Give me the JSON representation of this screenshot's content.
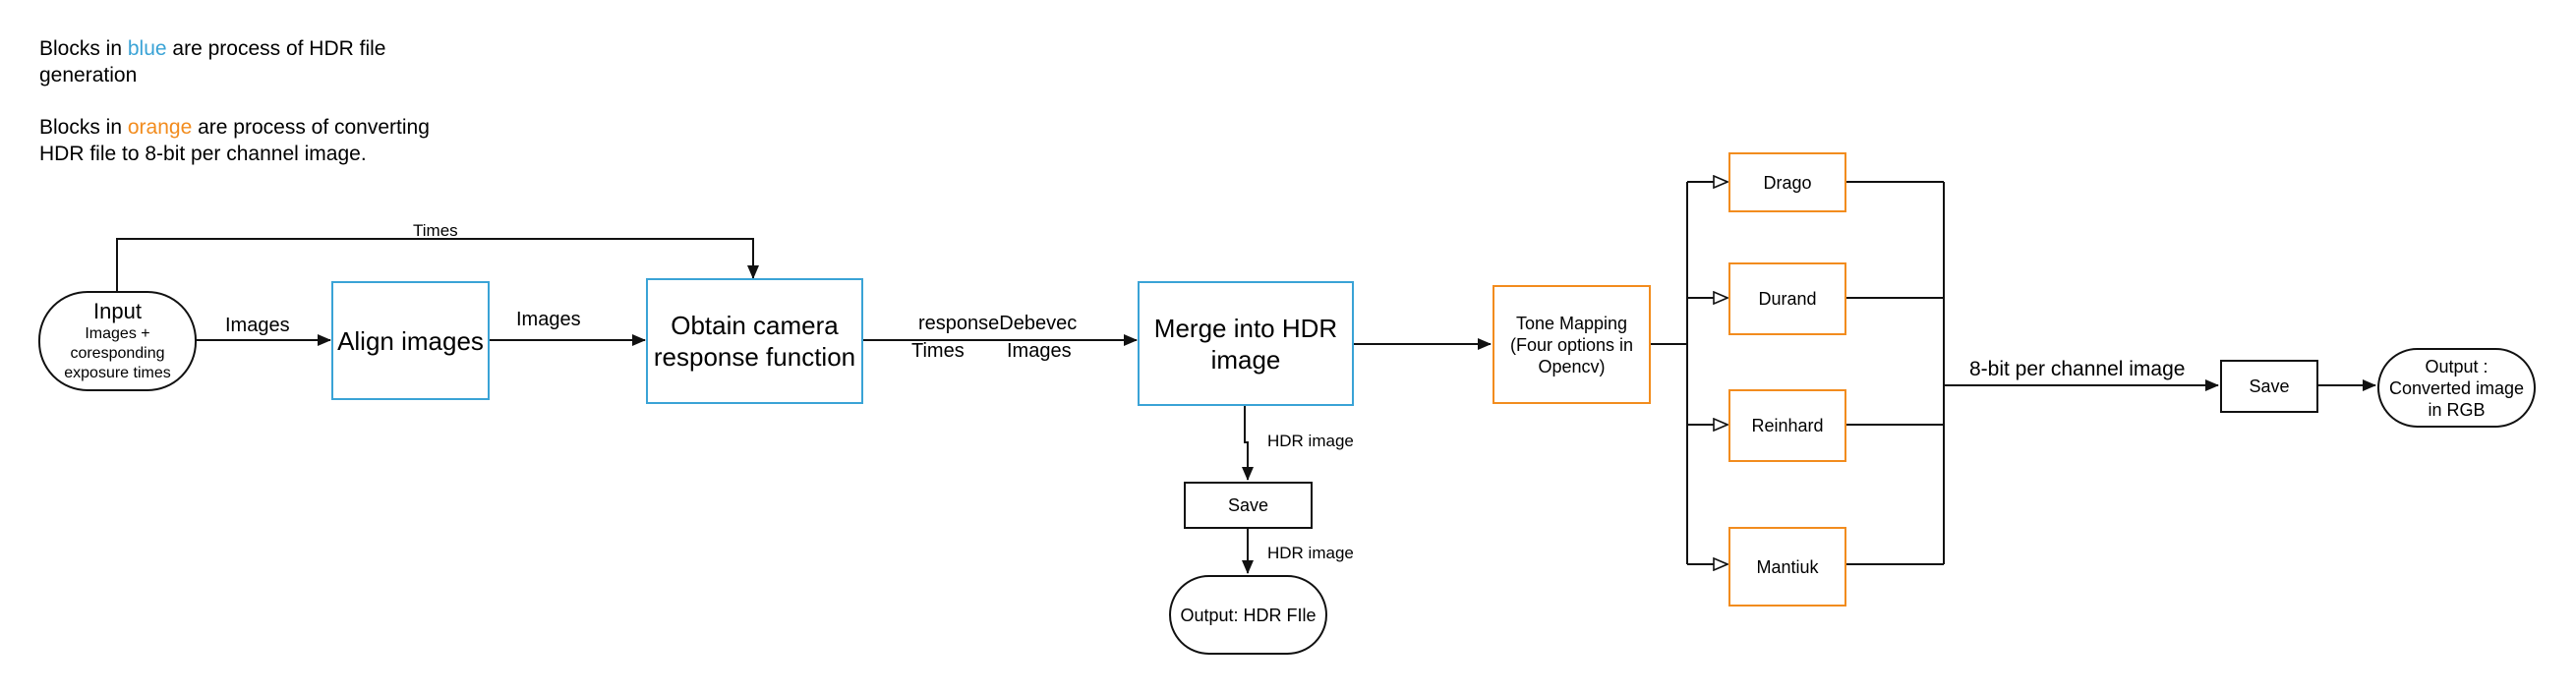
{
  "legend": {
    "blue_prefix": "Blocks in ",
    "blue_word": "blue",
    "blue_suffix_1": " are process of HDR file",
    "blue_suffix_2": "generation",
    "orange_prefix": "Blocks in ",
    "orange_word": "orange",
    "orange_suffix_1": " are process of  converting",
    "orange_suffix_2": "HDR file to 8-bit  per channel image."
  },
  "nodes": {
    "input_title": "Input",
    "input_sub_1": "Images +",
    "input_sub_2": "coresponding",
    "input_sub_3": "exposure times",
    "align": "Align images",
    "crf_1": "Obtain camera",
    "crf_2": "response function",
    "merge_1": "Merge into HDR",
    "merge_2": "image",
    "tone_1": "Tone Mapping",
    "tone_2": "(Four options in",
    "tone_3": "Opencv)",
    "drago": "Drago",
    "durand": "Durand",
    "reinhard": "Reinhard",
    "mantiuk": "Mantiuk",
    "save_hdr": "Save",
    "output_hdr": "Output: HDR FIle",
    "save_rgb": "Save",
    "output_rgb_1": "Output :",
    "output_rgb_2": "Converted image",
    "output_rgb_3": "in RGB"
  },
  "edges": {
    "times_top": "Times",
    "images_1": "Images",
    "images_2": "Images",
    "response": "responseDebevec",
    "times_low": "Times",
    "images_3": "Images",
    "hdr_image_1": "HDR image",
    "hdr_image_2": "HDR image",
    "eight_bit": "8-bit per channel image"
  },
  "colors": {
    "blue": "#3aa3d6",
    "orange": "#f28c1e",
    "line": "#111111"
  }
}
